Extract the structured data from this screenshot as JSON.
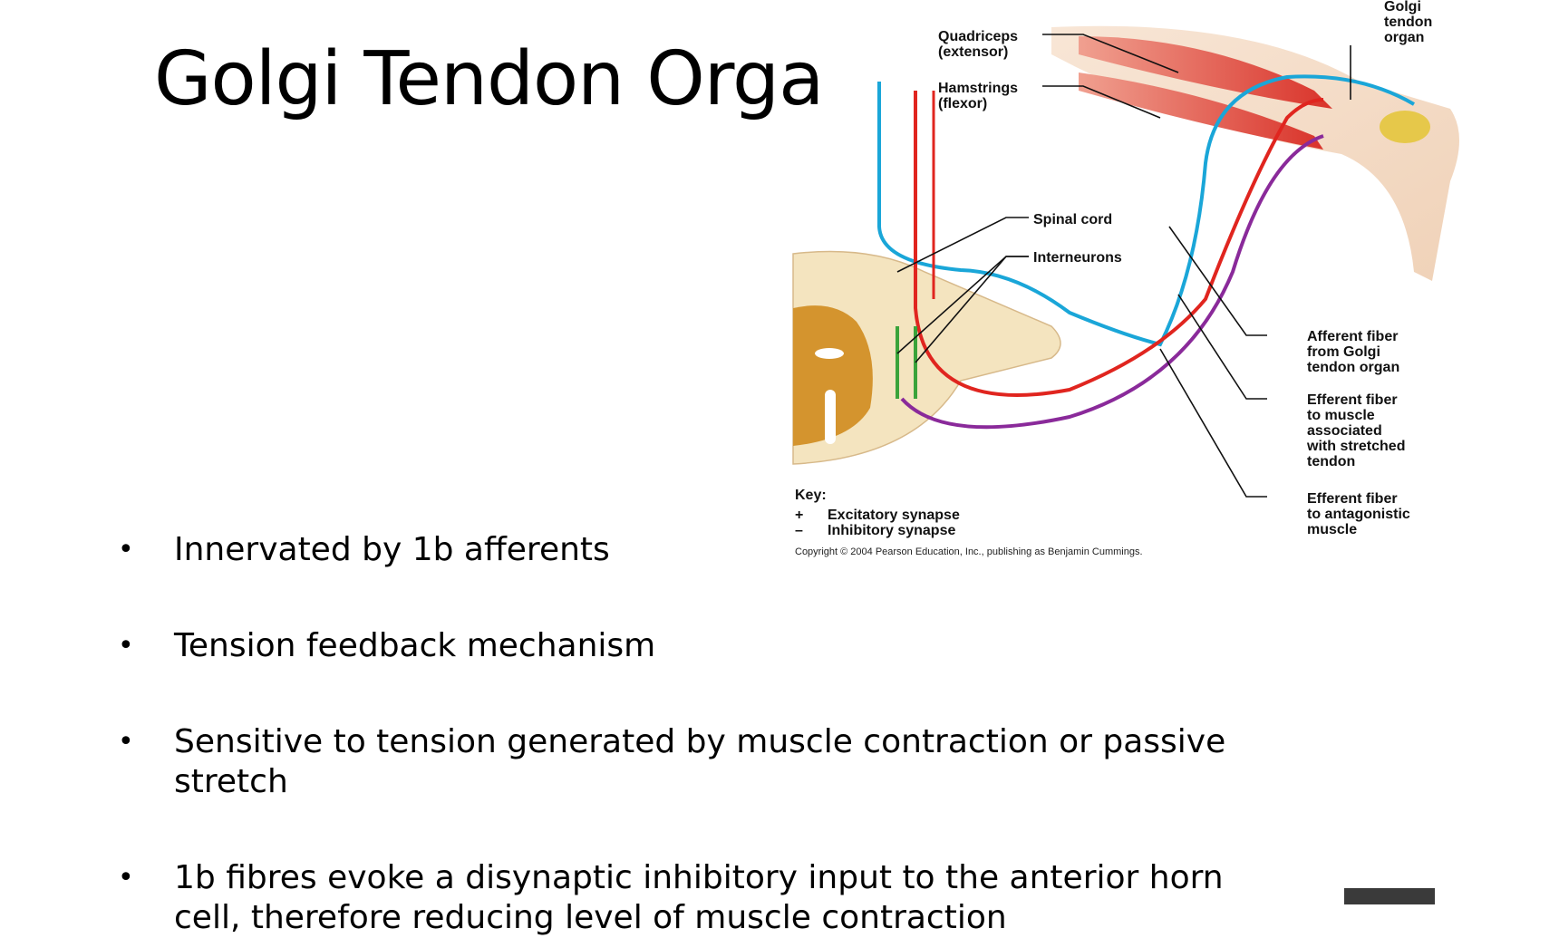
{
  "slide": {
    "title": "Golgi Tendon Orga",
    "bullets": [
      "Innervated by 1b afferents",
      "Tension feedback mechanism",
      "Sensitive to tension generated by muscle contraction or passive stretch",
      "1b fibres evoke a disynaptic inhibitory input to the anterior horn cell, therefore reducing level of muscle contraction"
    ],
    "bullet_symbol": "•"
  },
  "figure": {
    "labels": {
      "quadriceps": "Quadriceps",
      "quadriceps_sub": "(extensor)",
      "hamstrings": "Hamstrings",
      "hamstrings_sub": "(flexor)",
      "golgi_1": "Golgi",
      "golgi_2": "tendon",
      "golgi_3": "organ",
      "spinal_cord": "Spinal cord",
      "interneurons": "Interneurons",
      "afferent_1": "Afferent fiber",
      "afferent_2": "from Golgi",
      "afferent_3": "tendon organ",
      "efferent_a1": "Efferent fiber",
      "efferent_a2": "to muscle",
      "efferent_a3": "associated",
      "efferent_a4": "with stretched",
      "efferent_a5": "tendon",
      "efferent_b1": "Efferent fiber",
      "efferent_b2": "to antagonistic",
      "efferent_b3": "muscle",
      "key": "Key:",
      "plus": "+",
      "minus": "–",
      "excitatory": "Excitatory synapse",
      "inhibitory": "Inhibitory synapse",
      "copyright": "Copyright © 2004 Pearson Education, Inc., publishing as Benjamin Cummings."
    },
    "colors": {
      "afferent": "#1aa6d8",
      "efferent": "#e0251f",
      "antagonist": "#8a2a9a",
      "interneuron": "#3aa33a",
      "muscle": "#e2463a",
      "grey_matter": "#d4942e",
      "white_matter": "#f4e4bf"
    }
  }
}
